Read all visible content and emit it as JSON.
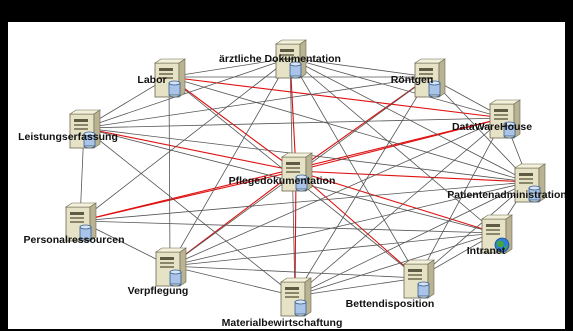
{
  "colors": {
    "background": "#000000",
    "canvas": "#ffffff",
    "gray_link": "#555555",
    "red_link": "#e01010",
    "server_body": "#e6e2c6",
    "server_dark": "#8a8468",
    "disk": "#a9c4e8"
  },
  "icons": {
    "server": "server-icon",
    "disk": "disk-icon",
    "globe": "globe-icon"
  },
  "nodes": [
    {
      "id": "aerztliche",
      "label": "ärztliche Dokumentation",
      "icon": "server"
    },
    {
      "id": "labor",
      "label": "Labor",
      "icon": "server"
    },
    {
      "id": "roentgen",
      "label": "Röntgen",
      "icon": "server"
    },
    {
      "id": "leistung",
      "label": "Leistungserfassung",
      "icon": "server"
    },
    {
      "id": "dwh",
      "label": "DataWareHouse",
      "icon": "server"
    },
    {
      "id": "pflege",
      "label": "Pflegedokumentation",
      "icon": "server"
    },
    {
      "id": "patienten",
      "label": "Patientenadministration",
      "icon": "server"
    },
    {
      "id": "personal",
      "label": "Personalressourcen",
      "icon": "server"
    },
    {
      "id": "intranet",
      "label": "Intranet",
      "icon": "globe"
    },
    {
      "id": "verpflegung",
      "label": "Verpflegung",
      "icon": "server"
    },
    {
      "id": "betten",
      "label": "Bettendisposition",
      "icon": "server"
    },
    {
      "id": "material",
      "label": "Materialbewirtschaftung",
      "icon": "server"
    }
  ],
  "links": [
    {
      "from": "aerztliche",
      "to": "pflege",
      "kind": "red"
    },
    {
      "from": "labor",
      "to": "pflege",
      "kind": "red"
    },
    {
      "from": "leistung",
      "to": "pflege",
      "kind": "red"
    },
    {
      "from": "dwh",
      "to": "pflege",
      "kind": "red"
    },
    {
      "from": "patienten",
      "to": "pflege",
      "kind": "red"
    },
    {
      "from": "personal",
      "to": "pflege",
      "kind": "red"
    },
    {
      "from": "intranet",
      "to": "pflege",
      "kind": "red"
    },
    {
      "from": "verpflegung",
      "to": "pflege",
      "kind": "red"
    },
    {
      "from": "betten",
      "to": "pflege",
      "kind": "red"
    },
    {
      "from": "material",
      "to": "pflege",
      "kind": "red"
    },
    {
      "from": "roentgen",
      "to": "pflege",
      "kind": "red"
    },
    {
      "from": "labor",
      "to": "dwh",
      "kind": "red"
    },
    {
      "from": "personal",
      "to": "dwh",
      "kind": "red"
    },
    {
      "from": "aerztliche",
      "to": "labor",
      "kind": "gray"
    },
    {
      "from": "aerztliche",
      "to": "roentgen",
      "kind": "gray"
    },
    {
      "from": "aerztliche",
      "to": "leistung",
      "kind": "gray"
    },
    {
      "from": "aerztliche",
      "to": "dwh",
      "kind": "gray"
    },
    {
      "from": "aerztliche",
      "to": "patienten",
      "kind": "gray"
    },
    {
      "from": "aerztliche",
      "to": "verpflegung",
      "kind": "gray"
    },
    {
      "from": "aerztliche",
      "to": "material",
      "kind": "gray"
    },
    {
      "from": "aerztliche",
      "to": "betten",
      "kind": "gray"
    },
    {
      "from": "aerztliche",
      "to": "intranet",
      "kind": "gray"
    },
    {
      "from": "labor",
      "to": "roentgen",
      "kind": "gray"
    },
    {
      "from": "labor",
      "to": "leistung",
      "kind": "gray"
    },
    {
      "from": "labor",
      "to": "patienten",
      "kind": "gray"
    },
    {
      "from": "labor",
      "to": "verpflegung",
      "kind": "gray"
    },
    {
      "from": "labor",
      "to": "betten",
      "kind": "gray"
    },
    {
      "from": "roentgen",
      "to": "dwh",
      "kind": "gray"
    },
    {
      "from": "roentgen",
      "to": "patienten",
      "kind": "gray"
    },
    {
      "from": "roentgen",
      "to": "leistung",
      "kind": "gray"
    },
    {
      "from": "roentgen",
      "to": "verpflegung",
      "kind": "gray"
    },
    {
      "from": "roentgen",
      "to": "material",
      "kind": "gray"
    },
    {
      "from": "leistung",
      "to": "dwh",
      "kind": "gray"
    },
    {
      "from": "leistung",
      "to": "personal",
      "kind": "gray"
    },
    {
      "from": "leistung",
      "to": "patienten",
      "kind": "gray"
    },
    {
      "from": "leistung",
      "to": "material",
      "kind": "gray"
    },
    {
      "from": "leistung",
      "to": "intranet",
      "kind": "gray"
    },
    {
      "from": "dwh",
      "to": "patienten",
      "kind": "gray"
    },
    {
      "from": "dwh",
      "to": "verpflegung",
      "kind": "gray"
    },
    {
      "from": "dwh",
      "to": "material",
      "kind": "gray"
    },
    {
      "from": "dwh",
      "to": "betten",
      "kind": "gray"
    },
    {
      "from": "patienten",
      "to": "intranet",
      "kind": "gray"
    },
    {
      "from": "patienten",
      "to": "personal",
      "kind": "gray"
    },
    {
      "from": "patienten",
      "to": "verpflegung",
      "kind": "gray"
    },
    {
      "from": "patienten",
      "to": "material",
      "kind": "gray"
    },
    {
      "from": "patienten",
      "to": "betten",
      "kind": "gray"
    },
    {
      "from": "intranet",
      "to": "personal",
      "kind": "gray"
    },
    {
      "from": "intranet",
      "to": "verpflegung",
      "kind": "gray"
    },
    {
      "from": "intranet",
      "to": "material",
      "kind": "gray"
    },
    {
      "from": "intranet",
      "to": "betten",
      "kind": "gray"
    },
    {
      "from": "personal",
      "to": "verpflegung",
      "kind": "gray"
    },
    {
      "from": "personal",
      "to": "aerztliche",
      "kind": "gray"
    },
    {
      "from": "verpflegung",
      "to": "material",
      "kind": "gray"
    },
    {
      "from": "verpflegung",
      "to": "betten",
      "kind": "gray"
    },
    {
      "from": "material",
      "to": "betten",
      "kind": "gray"
    }
  ]
}
